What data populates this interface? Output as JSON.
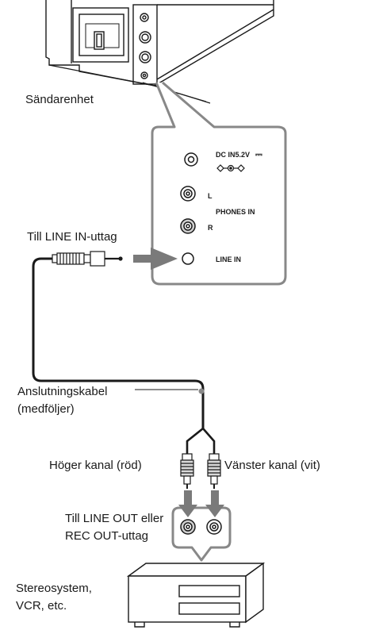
{
  "labels": {
    "transmitter": "Sändarenhet",
    "to_line_in": "Till LINE IN-uttag",
    "cable_line1": "Anslutningskabel",
    "cable_line2": "(medföljer)",
    "right_channel": "Höger kanal (röd)",
    "left_channel": "Vänster kanal (vit)",
    "to_line_out_line1": "Till LINE OUT eller",
    "to_line_out_line2": "REC OUT-uttag",
    "stereo_line1": "Stereosystem,",
    "stereo_line2": "VCR, etc."
  },
  "panel": {
    "dc_in": "DC IN5.2V",
    "dc_symbol": "⎓",
    "l": "L",
    "r": "R",
    "phones_in": "PHONES IN",
    "line_in": "LINE IN"
  },
  "colors": {
    "stroke": "#1a1a1a",
    "callout": "#888888",
    "arrow": "#7a7a7a"
  }
}
